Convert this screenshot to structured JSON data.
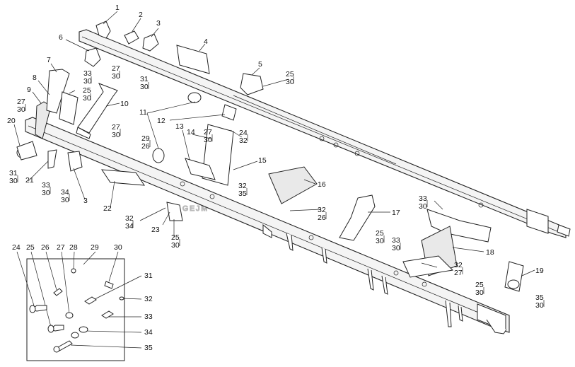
{
  "watermark": "GEJM",
  "callouts": [
    {
      "id": "c1",
      "text": "1"
    },
    {
      "id": "c2",
      "text": "2"
    },
    {
      "id": "c3",
      "text": "3"
    },
    {
      "id": "c4",
      "text": "4"
    },
    {
      "id": "c5",
      "text": "5"
    },
    {
      "id": "c6",
      "text": "6"
    },
    {
      "id": "c7",
      "text": "7"
    },
    {
      "id": "c8",
      "text": "8"
    },
    {
      "id": "c9",
      "text": "9"
    },
    {
      "id": "c10",
      "text": "10"
    },
    {
      "id": "c11",
      "text": "11"
    },
    {
      "id": "c12",
      "text": "12"
    },
    {
      "id": "c13",
      "text": "13"
    },
    {
      "id": "c14",
      "text": "14"
    },
    {
      "id": "c15",
      "text": "15"
    },
    {
      "id": "c16",
      "text": "16"
    },
    {
      "id": "c17",
      "text": "17"
    },
    {
      "id": "c18",
      "text": "18"
    },
    {
      "id": "c19",
      "text": "19"
    },
    {
      "id": "c20",
      "text": "20"
    },
    {
      "id": "c21",
      "text": "21"
    },
    {
      "id": "c22",
      "text": "22"
    },
    {
      "id": "c23",
      "text": "23"
    },
    {
      "id": "c3b",
      "text": "3"
    }
  ],
  "fastener_groups": [
    {
      "id": "g1",
      "top": "33",
      "bottom": "30"
    },
    {
      "id": "g2",
      "top": "27",
      "bottom": "30"
    },
    {
      "id": "g3",
      "top": "31",
      "bottom": "30"
    },
    {
      "id": "g4",
      "top": "25",
      "bottom": "30"
    },
    {
      "id": "g5",
      "top": "25",
      "bottom": "30"
    },
    {
      "id": "g6",
      "top": "27",
      "bottom": "30"
    },
    {
      "id": "g7",
      "top": "24",
      "bottom": "32"
    },
    {
      "id": "g8",
      "top": "27",
      "bottom": "30"
    },
    {
      "id": "g9",
      "top": "29",
      "bottom": "26"
    },
    {
      "id": "g10",
      "top": "27",
      "bottom": "30"
    },
    {
      "id": "g11",
      "top": "31",
      "bottom": "30"
    },
    {
      "id": "g12",
      "top": "33",
      "bottom": "30"
    },
    {
      "id": "g13",
      "top": "34",
      "bottom": "30"
    },
    {
      "id": "g14",
      "top": "32",
      "bottom": "35"
    },
    {
      "id": "g15",
      "top": "32",
      "bottom": "26"
    },
    {
      "id": "g16",
      "top": "32",
      "bottom": "34"
    },
    {
      "id": "g17",
      "top": "25",
      "bottom": "30"
    },
    {
      "id": "g18",
      "top": "25",
      "bottom": "30"
    },
    {
      "id": "g19",
      "top": "33",
      "bottom": "30"
    },
    {
      "id": "g20",
      "top": "33",
      "bottom": "30"
    },
    {
      "id": "g21",
      "top": "32",
      "bottom": "27"
    },
    {
      "id": "g22",
      "top": "25",
      "bottom": "30"
    },
    {
      "id": "g23",
      "top": "35",
      "bottom": "30"
    }
  ],
  "fastener_box": {
    "top_labels": [
      "24",
      "25",
      "26",
      "27",
      "28",
      "29",
      "30"
    ],
    "side_labels": [
      "31",
      "32",
      "33",
      "34",
      "35"
    ]
  }
}
